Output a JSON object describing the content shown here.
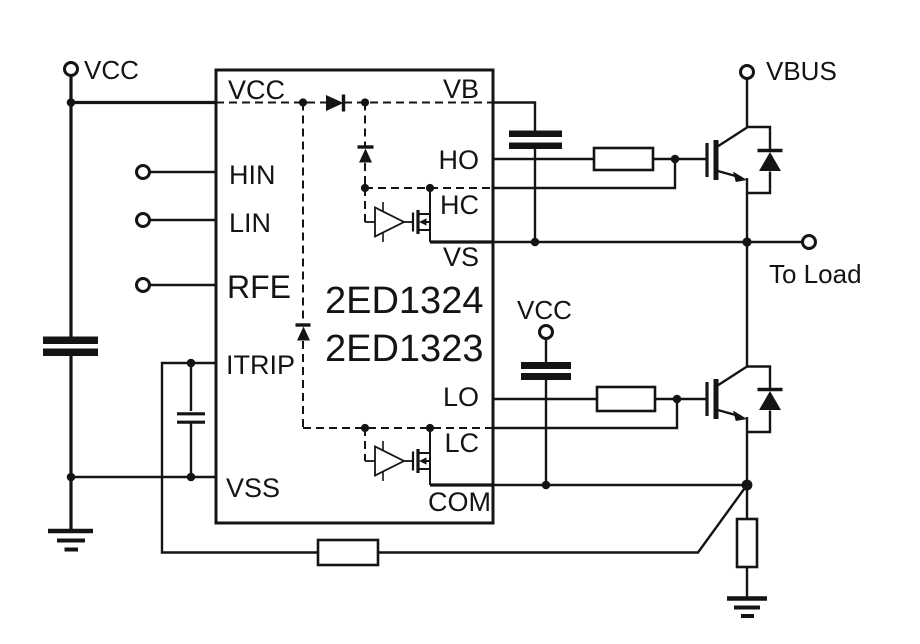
{
  "colors": {
    "ink": "#141414",
    "bg": "#ffffff"
  },
  "ic": {
    "part_number_line1": "2ED1324",
    "part_number_line2": "2ED1323",
    "pins": {
      "vcc": "VCC",
      "hin": "HIN",
      "lin": "LIN",
      "rfe": "RFE",
      "itrip": "ITRIP",
      "vss": "VSS",
      "vb": "VB",
      "ho": "HO",
      "hc": "HC",
      "vs": "VS",
      "lo": "LO",
      "lc": "LC",
      "com": "COM"
    }
  },
  "terminals": {
    "vcc_supply": "VCC",
    "vcc_lowside": "VCC",
    "vbus": "VBUS",
    "to_load": "To Load"
  }
}
